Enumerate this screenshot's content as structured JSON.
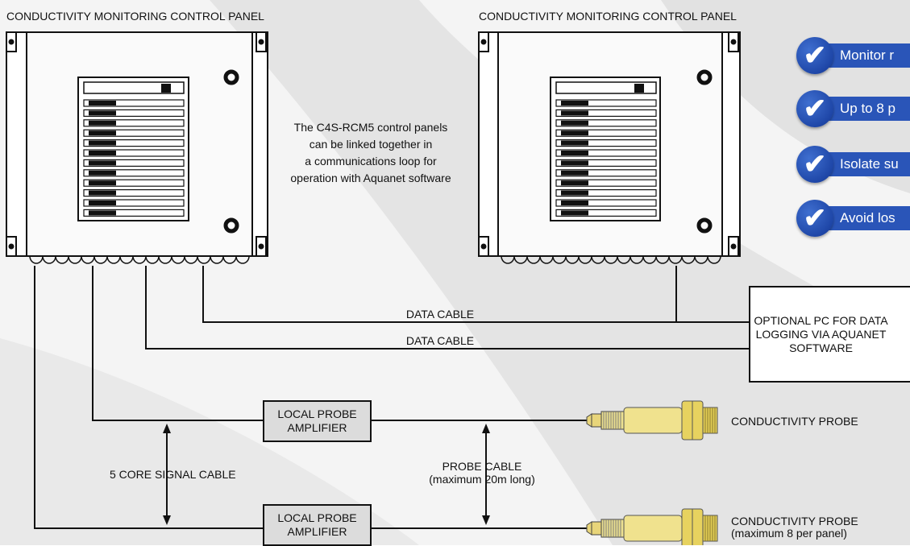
{
  "panels": [
    {
      "title": "CONDUCTIVITY MONITORING CONTROL PANEL"
    },
    {
      "title": "CONDUCTIVITY MONITORING CONTROL PANEL"
    }
  ],
  "link_note": [
    "The C4S-RCM5 control panels",
    "can be linked together in",
    "a communications loop for",
    "operation with Aquanet software"
  ],
  "cables": {
    "data_cable_1": "DATA CABLE",
    "data_cable_2": "DATA CABLE",
    "signal_cable": "5 CORE SIGNAL CABLE",
    "probe_cable": [
      "PROBE CABLE",
      "(maximum 20m long)"
    ]
  },
  "pc": [
    "OPTIONAL PC FOR DATA",
    "LOGGING VIA AQUANET",
    "SOFTWARE"
  ],
  "amplifiers": [
    {
      "lines": [
        "LOCAL PROBE",
        "AMPLIFIER"
      ]
    },
    {
      "lines": [
        "LOCAL PROBE",
        "AMPLIFIER"
      ]
    }
  ],
  "probes": [
    {
      "lines": [
        "CONDUCTIVITY PROBE"
      ]
    },
    {
      "lines": [
        "CONDUCTIVITY PROBE",
        "(maximum 8 per panel)"
      ]
    }
  ],
  "features": [
    {
      "label": "Monitor r",
      "icon": "check-icon"
    },
    {
      "label": "Up to 8 p",
      "icon": "check-icon"
    },
    {
      "label": "Isolate su",
      "icon": "check-icon"
    },
    {
      "label": "Avoid los",
      "icon": "check-icon"
    }
  ],
  "colors": {
    "accent": "#2a55b8",
    "probe": "#ead77a",
    "amplifier_fill": "#dcdcdc"
  }
}
